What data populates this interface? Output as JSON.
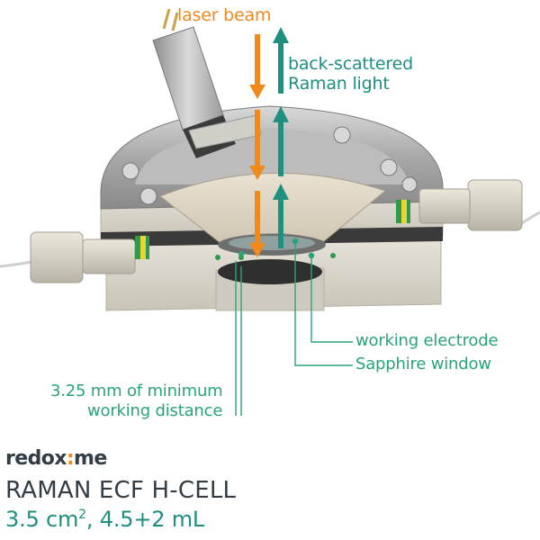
{
  "labels": {
    "laser_beam": "laser beam",
    "back_scattered_line1": "back-scattered",
    "back_scattered_line2": "Raman light",
    "working_electrode": "working electrode",
    "sapphire_window": "Sapphire window",
    "working_distance_line1": "3.25 mm of minimum",
    "working_distance_line2": "working distance"
  },
  "brand": {
    "name_part1": "redox",
    "name_sep": ":",
    "name_part2": "me"
  },
  "product": {
    "name": "RAMAN ECF H-CELL",
    "area_value": "3.5 cm",
    "area_exponent": "2",
    "volume": ", 4.5+2 mL"
  },
  "colors": {
    "laser": "#f08a1d",
    "raman": "#1f8f7f",
    "callout": "#2aa37a",
    "brand_text": "#333d45"
  }
}
